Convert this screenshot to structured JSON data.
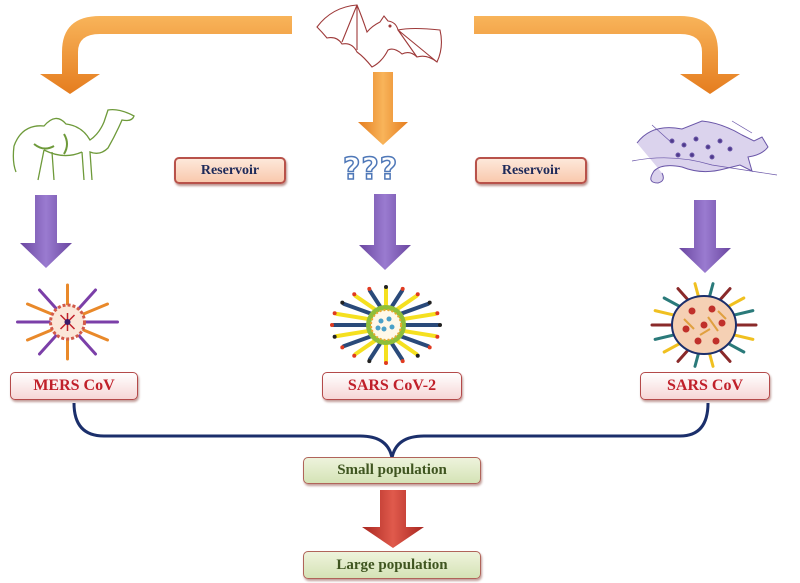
{
  "diagram": {
    "source": {
      "label": "Bat",
      "icon": "bat-icon"
    },
    "hosts": [
      {
        "id": "camel",
        "icon": "camel-icon"
      },
      {
        "id": "unknown",
        "text": "???"
      },
      {
        "id": "civet",
        "icon": "civet-icon"
      }
    ],
    "reservoir_labels": [
      "Reservoir",
      "Reservoir"
    ],
    "viruses": [
      {
        "label": "MERS CoV",
        "icon": "mers-virus-icon"
      },
      {
        "label": "SARS CoV-2",
        "icon": "sars-cov-2-virus-icon"
      },
      {
        "label": "SARS CoV",
        "icon": "sars-virus-icon"
      }
    ],
    "populations": {
      "small": "Small population",
      "large": "Large population"
    },
    "colors": {
      "orange_arrow": "#f0922e",
      "purple_arrow": "#7b57b0",
      "red_arrow": "#c83a32",
      "brace": "#1b2f6b"
    }
  }
}
